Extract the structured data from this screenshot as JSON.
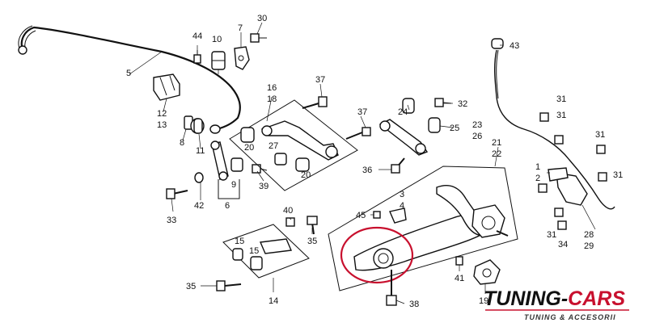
{
  "labels": {
    "l1": "1",
    "l2": "2",
    "l3": "3",
    "l4": "4",
    "l5": "5",
    "l6": "6",
    "l7": "7",
    "l8": "8",
    "l9": "9",
    "l10": "10",
    "l11": "11",
    "l12": "12",
    "l13": "13",
    "l14": "14",
    "l15a": "15",
    "l15b": "15",
    "l16": "16",
    "l18": "18",
    "l19": "19",
    "l20a": "20",
    "l20b": "20",
    "l21": "21",
    "l22": "22",
    "l23": "23",
    "l24": "24",
    "l25": "25",
    "l26": "26",
    "l27": "27",
    "l28": "28",
    "l29": "29",
    "l30": "30",
    "l31a": "31",
    "l31b": "31",
    "l31c": "31",
    "l31d": "31",
    "l31e": "31",
    "l32": "32",
    "l33": "33",
    "l34": "34",
    "l35a": "35",
    "l35b": "35",
    "l36": "36",
    "l37a": "37",
    "l37b": "37",
    "l38": "38",
    "l39": "39",
    "l40": "40",
    "l41": "41",
    "l42": "42",
    "l43": "43",
    "l44": "44",
    "l45": "45"
  },
  "logo": {
    "name_a": "TUNING-",
    "name_b": "CARS",
    "tagline": "TUNING & ACCESORII"
  },
  "colors": {
    "highlight_circle": "#c8102e",
    "logo_primary": "#111111",
    "logo_accent": "#c8102e"
  }
}
